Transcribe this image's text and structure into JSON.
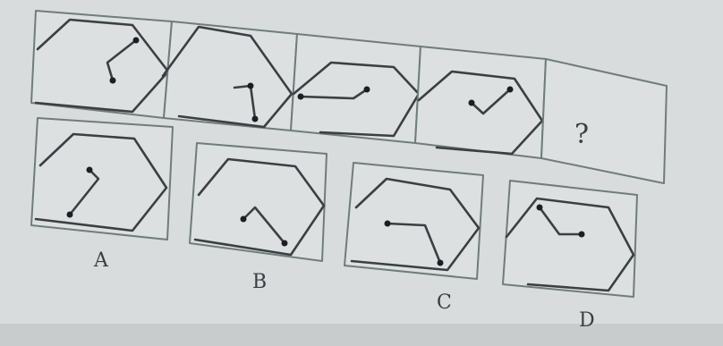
{
  "question_mark": "?",
  "options": [
    {
      "label": "A"
    },
    {
      "label": "B"
    },
    {
      "label": "C"
    },
    {
      "label": "D"
    }
  ],
  "colors": {
    "page": "#d9dcdc",
    "cell_fill": "#dde0e0",
    "frame": "#6f7d7a",
    "line": "#3b3f45",
    "dot": "#1c1e22"
  }
}
